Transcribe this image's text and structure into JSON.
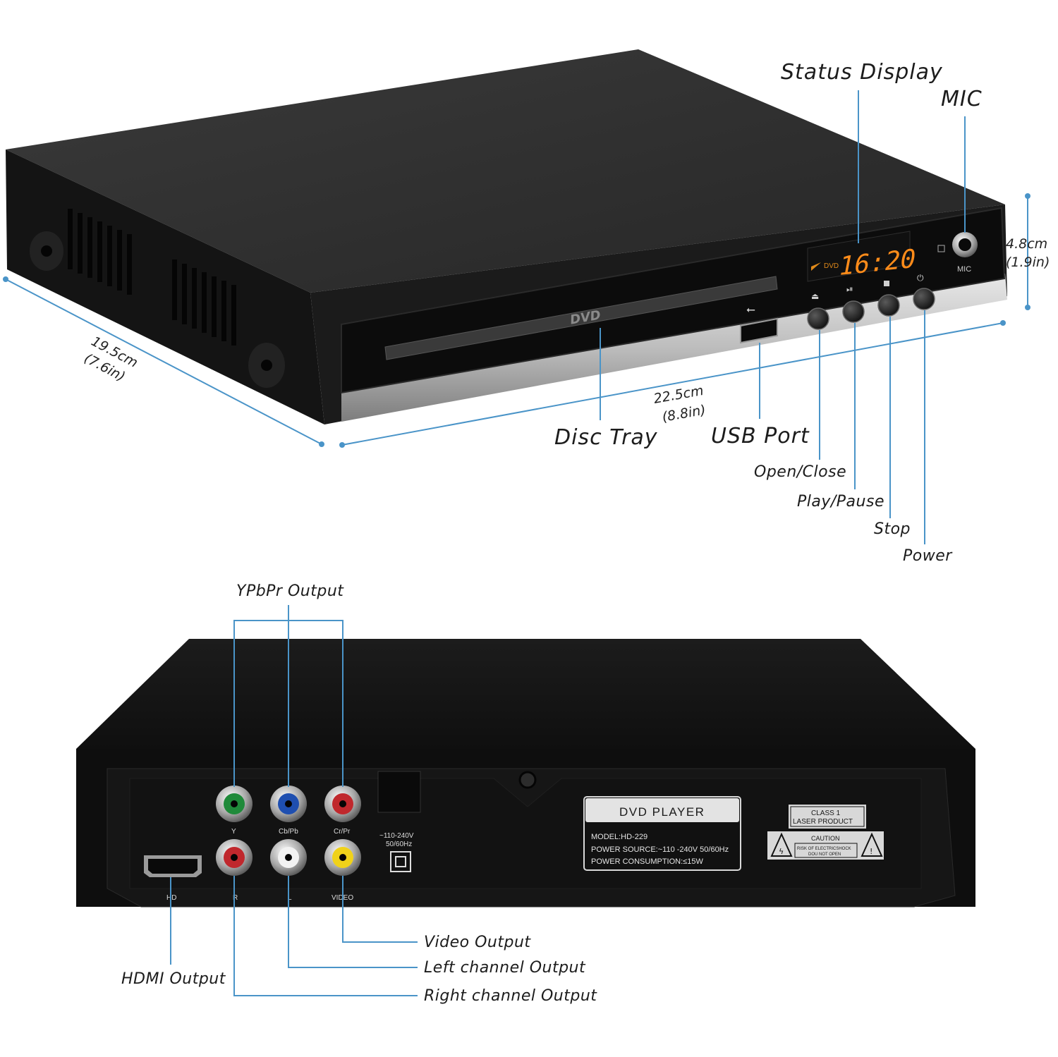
{
  "front": {
    "display_brand": "DVD",
    "display_time": "16:20",
    "tray_logo": "DVD",
    "mic_label": "MIC"
  },
  "callouts": {
    "status_display": "Status Display",
    "mic": "MIC",
    "disc_tray": "Disc Tray",
    "usb_port": "USB Port",
    "open_close": "Open/Close",
    "play_pause": "Play/Pause",
    "stop": "Stop",
    "power": "Power",
    "ypbpr_output": "YPbPr Output",
    "video_output": "Video Output",
    "left_channel_output": "Left channel Output",
    "right_channel_output": "Right channel Output",
    "hdmi_output": "HDMI Output"
  },
  "dimensions": {
    "depth": "19.5cm",
    "depth_in": "(7.6in)",
    "width": "22.5cm",
    "width_in": "(8.8in)",
    "height": "4.8cm",
    "height_in": "(1.9in)"
  },
  "back_panel": {
    "jack_labels": [
      "Y",
      "Cb/Pb",
      "Cr/Pr",
      "R",
      "L",
      "VIDEO",
      "HD"
    ],
    "jack_colors": {
      "y": "#1f8a3a",
      "pb": "#1f4fb0",
      "pr": "#c0282d",
      "r": "#c0282d",
      "l": "#f2f2f2",
      "video": "#f0d21a"
    },
    "power_rating": "~110-240V",
    "power_freq": "50/60Hz",
    "plate_title": "DVD PLAYER",
    "plate_model": "MODEL:HD-229",
    "plate_source": "POWER SOURCE:~110 -240V 50/60Hz",
    "plate_consumption": "POWER CONSUMPTION:≤15W",
    "class_line1": "CLASS 1",
    "class_line2": "LASER PRODUCT",
    "caution": "CAUTION",
    "caution_line1": "RISK OF ELECTRICSHOCK",
    "caution_line2": "DOU NOT OPEN"
  }
}
